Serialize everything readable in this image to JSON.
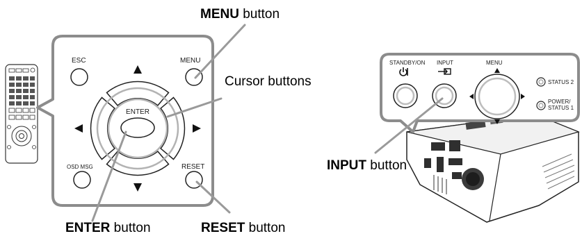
{
  "remote_panel": {
    "esc_label": "ESC",
    "menu_label": "MENU",
    "enter_label": "ENTER",
    "osd_msg_label": "OSD MSG",
    "reset_label": "RESET"
  },
  "projector_panel": {
    "standby_label": "STANDBY/ON",
    "input_label": "INPUT",
    "menu_label": "MENU",
    "status2_label": "STATUS 2",
    "power_label_line1": "POWER/",
    "power_label_line2": "STATUS 1"
  },
  "callouts": {
    "menu": {
      "bold": "MENU",
      "rest": " button"
    },
    "cursor": {
      "text": "Cursor buttons"
    },
    "enter": {
      "bold": "ENTER",
      "rest": " button"
    },
    "reset": {
      "bold": "RESET",
      "rest": " button"
    },
    "input": {
      "bold": "INPUT",
      "rest": " button"
    }
  },
  "icons": [
    "power-icon",
    "input-icon",
    "arrow-up-icon",
    "arrow-down-icon",
    "arrow-left-icon",
    "arrow-right-icon"
  ]
}
